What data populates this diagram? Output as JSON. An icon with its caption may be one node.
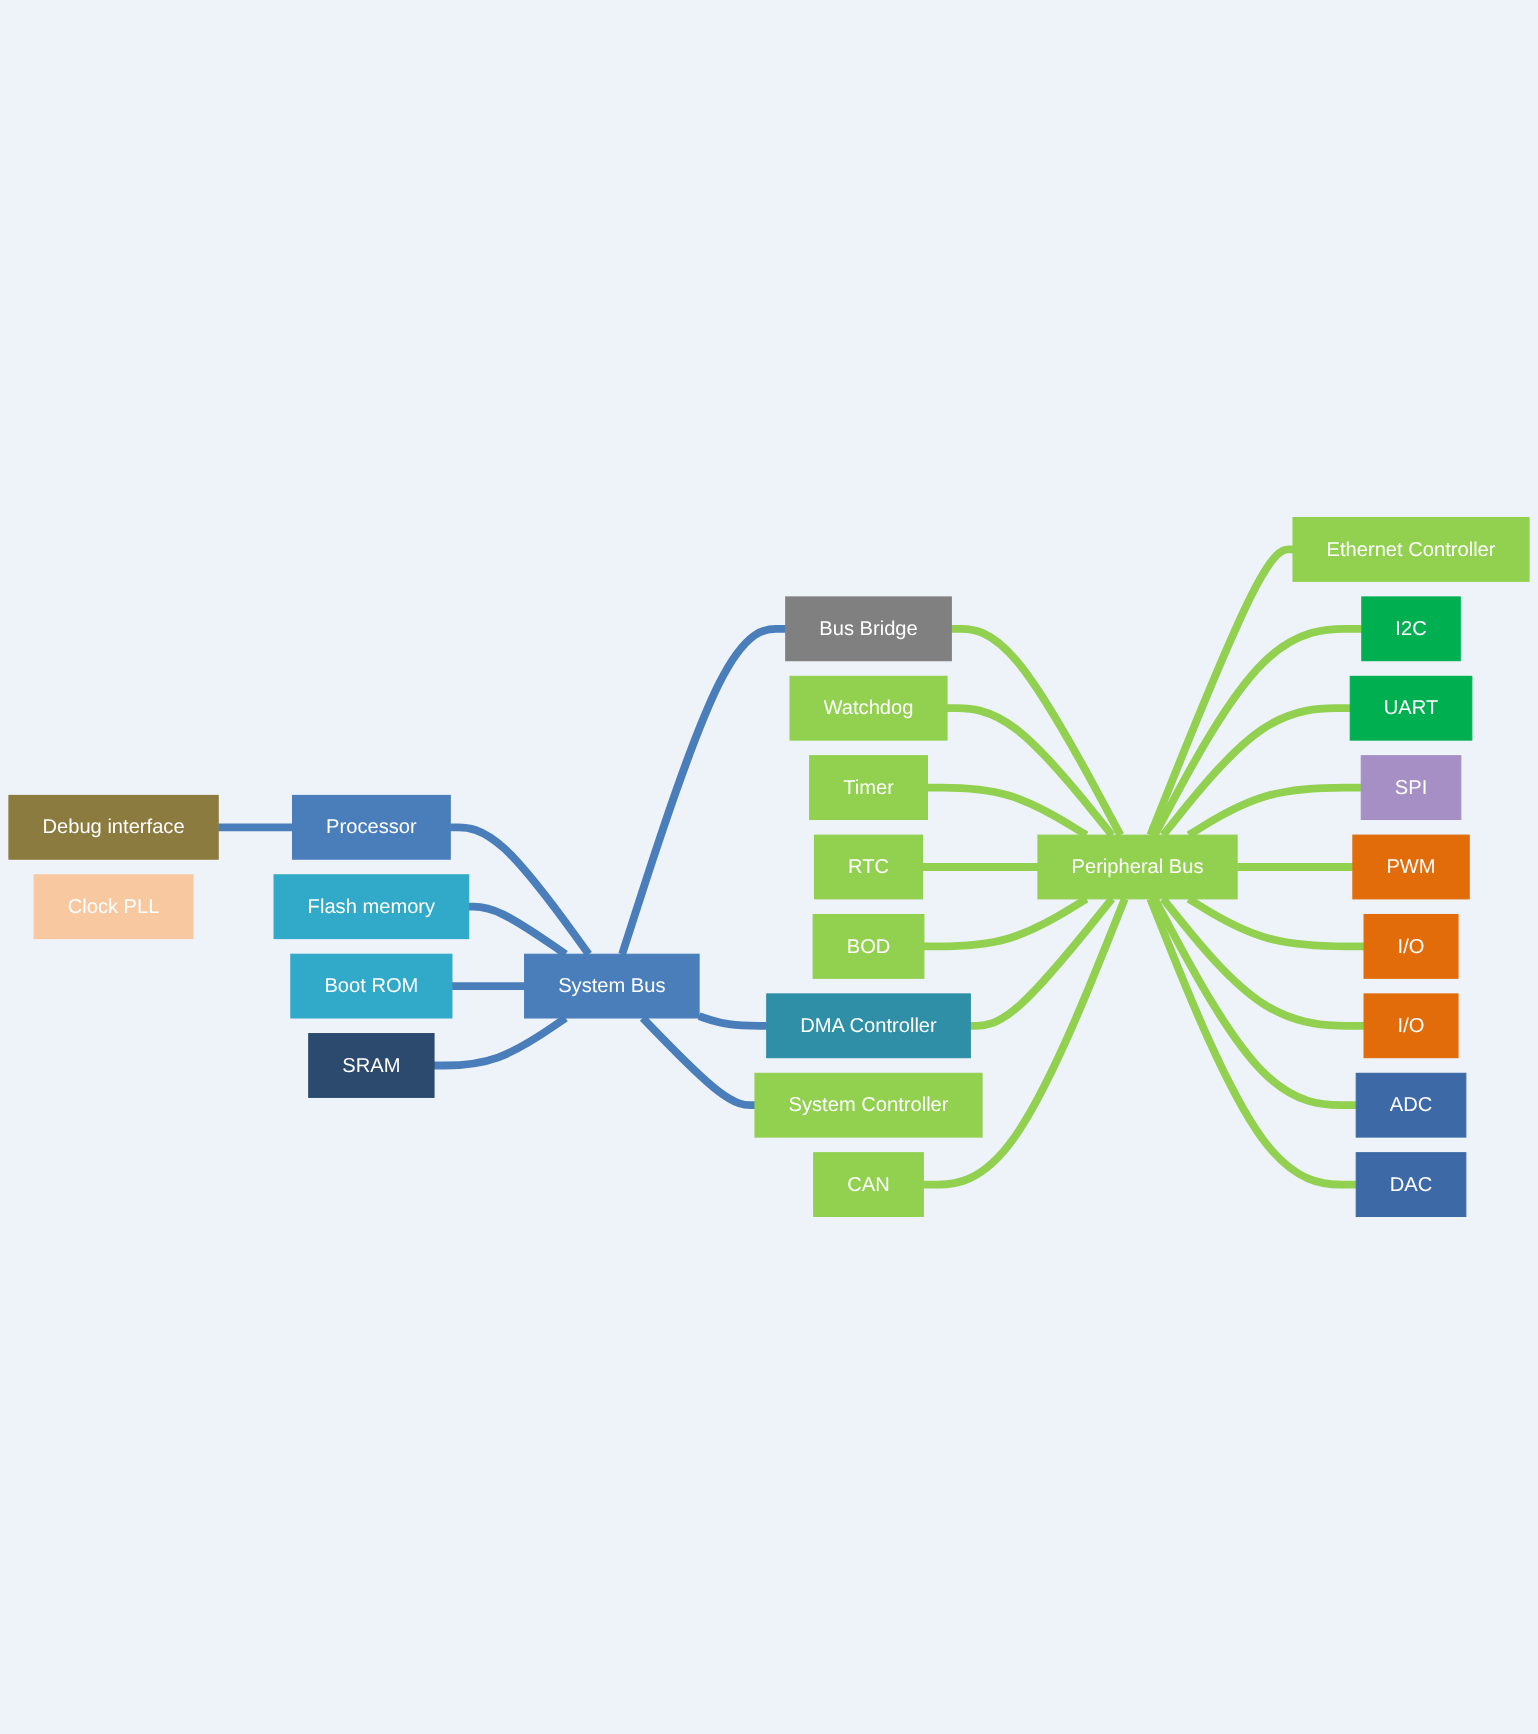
{
  "diagram": {
    "nodes": [
      {
        "text": [
          "Debug interface"
        ]
      },
      {
        "text": [
          "Processor"
        ]
      },
      {
        "text": [
          "Ethernet Controller"
        ]
      },
      {
        "text": [
          "I2C"
        ]
      },
      {
        "text": [
          "Bus Bridge"
        ]
      },
      {
        "text": [
          "Flash memory"
        ]
      },
      {
        "text": [
          "UART"
        ]
      },
      {
        "text": [
          "Watchdog"
        ]
      },
      {
        "text": [
          "SPI"
        ]
      },
      {
        "text": [
          "System Bus"
        ]
      },
      {
        "text": [
          "Peripheral Bus"
        ]
      },
      {
        "text": [
          "Timer"
        ]
      },
      {
        "text": [
          "PWM"
        ]
      },
      {
        "text": [
          "Boot ROM"
        ]
      },
      {
        "text": [
          "RTC"
        ]
      },
      {
        "text": [
          "I/O"
        ]
      },
      {
        "text": [
          "SRAM"
        ]
      },
      {
        "text": [
          "BOD"
        ]
      },
      {
        "text": [
          "I/O"
        ]
      },
      {
        "text": [
          "DMA Controller"
        ]
      },
      {
        "text": [
          "ADC"
        ]
      },
      {
        "text": [
          "Clock PLL"
        ]
      },
      {
        "text": [
          "System Controller"
        ]
      },
      {
        "text": [
          "CAN"
        ]
      },
      {
        "text": [
          "DAC"
        ]
      }
    ],
    "edges": [
      {
        "from": 0,
        "to": 1,
        "arrow": "none",
        "color": "#4a7ebb"
      },
      {
        "from": 1,
        "to": 9,
        "arrow": "none",
        "color": "#4a7ebb"
      },
      {
        "from": 5,
        "to": 9,
        "arrow": "none",
        "color": "#4a7ebb"
      },
      {
        "from": 13,
        "to": 9,
        "arrow": "none",
        "color": "#4a7ebb"
      },
      {
        "from": 16,
        "to": 9,
        "arrow": "none",
        "color": "#4a7ebb"
      },
      {
        "from": 9,
        "to": 4,
        "arrow": "none",
        "color": "#4a7ebb"
      },
      {
        "from": 9,
        "to": 19,
        "arrow": "none",
        "color": "#4a7ebb"
      },
      {
        "from": 9,
        "to": 22,
        "arrow": "none",
        "color": "#4a7ebb"
      },
      {
        "from": 4,
        "to": 10,
        "arrow": "none"
      },
      {
        "from": 7,
        "to": 10,
        "arrow": "none"
      },
      {
        "from": 11,
        "to": 10,
        "arrow": "none"
      },
      {
        "from": 14,
        "to": 10,
        "arrow": "none"
      },
      {
        "from": 17,
        "to": 10,
        "arrow": "none"
      },
      {
        "from": 19,
        "to": 10,
        "arrow": "none"
      },
      {
        "from": 23,
        "to": 10,
        "arrow": "none"
      },
      {
        "from": 10,
        "to": 2,
        "arrow": "none"
      },
      {
        "from": 10,
        "to": 3,
        "arrow": "none"
      },
      {
        "from": 10,
        "to": 6,
        "arrow": "none"
      },
      {
        "from": 10,
        "to": 8,
        "arrow": "none"
      },
      {
        "from": 10,
        "to": 12,
        "arrow": "none"
      },
      {
        "from": 10,
        "to": 15,
        "arrow": "none"
      },
      {
        "from": 10,
        "to": 18,
        "arrow": "none"
      },
      {
        "from": 10,
        "to": 20,
        "arrow": "none"
      },
      {
        "from": 10,
        "to": 24,
        "arrow": "none"
      }
    ]
  }
}
